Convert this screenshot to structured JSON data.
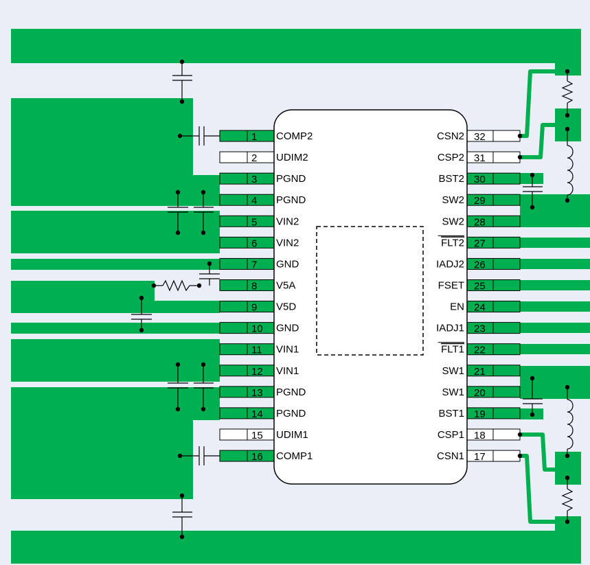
{
  "chip": {
    "left_pins": [
      {
        "num": "1",
        "name": "COMP2",
        "copper": true
      },
      {
        "num": "2",
        "name": "UDIM2",
        "copper": false
      },
      {
        "num": "3",
        "name": "PGND",
        "copper": true
      },
      {
        "num": "4",
        "name": "PGND",
        "copper": true
      },
      {
        "num": "5",
        "name": "VIN2",
        "copper": true
      },
      {
        "num": "6",
        "name": "VIN2",
        "copper": true
      },
      {
        "num": "7",
        "name": "GND",
        "copper": true
      },
      {
        "num": "8",
        "name": "V5A",
        "copper": true
      },
      {
        "num": "9",
        "name": "V5D",
        "copper": true
      },
      {
        "num": "10",
        "name": "GND",
        "copper": true
      },
      {
        "num": "11",
        "name": "VIN1",
        "copper": true
      },
      {
        "num": "12",
        "name": "VIN1",
        "copper": true
      },
      {
        "num": "13",
        "name": "PGND",
        "copper": true
      },
      {
        "num": "14",
        "name": "PGND",
        "copper": true
      },
      {
        "num": "15",
        "name": "UDIM1",
        "copper": false
      },
      {
        "num": "16",
        "name": "COMP1",
        "copper": true
      }
    ],
    "right_pins": [
      {
        "num": "32",
        "name": "CSN2",
        "overline": false,
        "copper": false
      },
      {
        "num": "31",
        "name": "CSP2",
        "overline": false,
        "copper": false
      },
      {
        "num": "30",
        "name": "BST2",
        "overline": false,
        "copper": true
      },
      {
        "num": "29",
        "name": "SW2",
        "overline": false,
        "copper": true
      },
      {
        "num": "28",
        "name": "SW2",
        "overline": false,
        "copper": true
      },
      {
        "num": "27",
        "name": "FLT2",
        "overline": true,
        "copper": true
      },
      {
        "num": "26",
        "name": "IADJ2",
        "overline": false,
        "copper": true
      },
      {
        "num": "25",
        "name": "FSET",
        "overline": false,
        "copper": true
      },
      {
        "num": "24",
        "name": "EN",
        "overline": false,
        "copper": true
      },
      {
        "num": "23",
        "name": "IADJ1",
        "overline": false,
        "copper": true
      },
      {
        "num": "22",
        "name": "FLT1",
        "overline": true,
        "copper": true
      },
      {
        "num": "21",
        "name": "SW1",
        "overline": false,
        "copper": true
      },
      {
        "num": "20",
        "name": "SW1",
        "overline": false,
        "copper": true
      },
      {
        "num": "19",
        "name": "BST1",
        "overline": false,
        "copper": true
      },
      {
        "num": "18",
        "name": "CSP1",
        "overline": false,
        "copper": false
      },
      {
        "num": "17",
        "name": "CSN1",
        "overline": false,
        "copper": false
      }
    ]
  },
  "colors": {
    "background": "#e9eef7",
    "copper": "#00b050",
    "line": "#000000",
    "chip_fill": "#ffffff"
  }
}
